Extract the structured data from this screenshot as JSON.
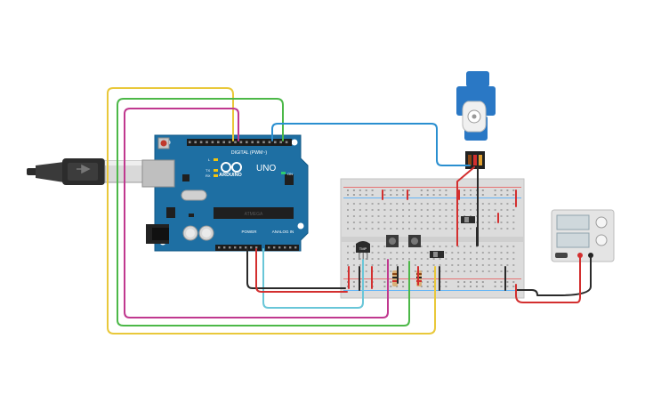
{
  "arduino": {
    "model": "UNO",
    "brand": "ARDUINO",
    "digital_header": "DIGITAL (PWM~)",
    "analog_header": "ANALOG IN",
    "power_header": "POWER",
    "led_l": "L",
    "led_tx": "TX",
    "led_rx": "RX",
    "led_on": "ON",
    "chip_text": "ATMEGA"
  },
  "sensor": {
    "label": "TMP"
  },
  "colors": {
    "board": "#1e6fa3",
    "breadboard": "#dcdcdc",
    "wire_yellow": "#e9c83a",
    "wire_green": "#4cb848",
    "wire_magenta": "#c0388f",
    "wire_blue": "#2a8fd0",
    "wire_cyan": "#69c6d8",
    "wire_black": "#2a2a2a",
    "wire_red": "#d32f2f",
    "servo": "#2a78c5"
  },
  "icons": [
    "usb-cable-icon",
    "servo-motor-icon",
    "power-supply-icon",
    "push-button-icon",
    "resistor-icon",
    "temperature-sensor-icon",
    "slide-switch-icon"
  ]
}
